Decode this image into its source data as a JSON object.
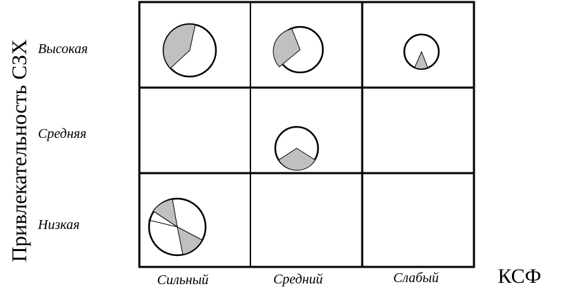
{
  "axes": {
    "y_title": "Привлекательность СЗХ",
    "x_title": "КСФ"
  },
  "rows": [
    {
      "label": "Высокая"
    },
    {
      "label": "Средняя"
    },
    {
      "label": "Низкая"
    }
  ],
  "columns": [
    {
      "label": "Сильный"
    },
    {
      "label": "Средний"
    },
    {
      "label": "Слабый"
    }
  ],
  "colors": {
    "grid": "#000000",
    "circle_fill": "#ffffff",
    "sector_fill": "#c0c0c0"
  },
  "icons": {
    "bubble": "pie-bubble-icon"
  }
}
